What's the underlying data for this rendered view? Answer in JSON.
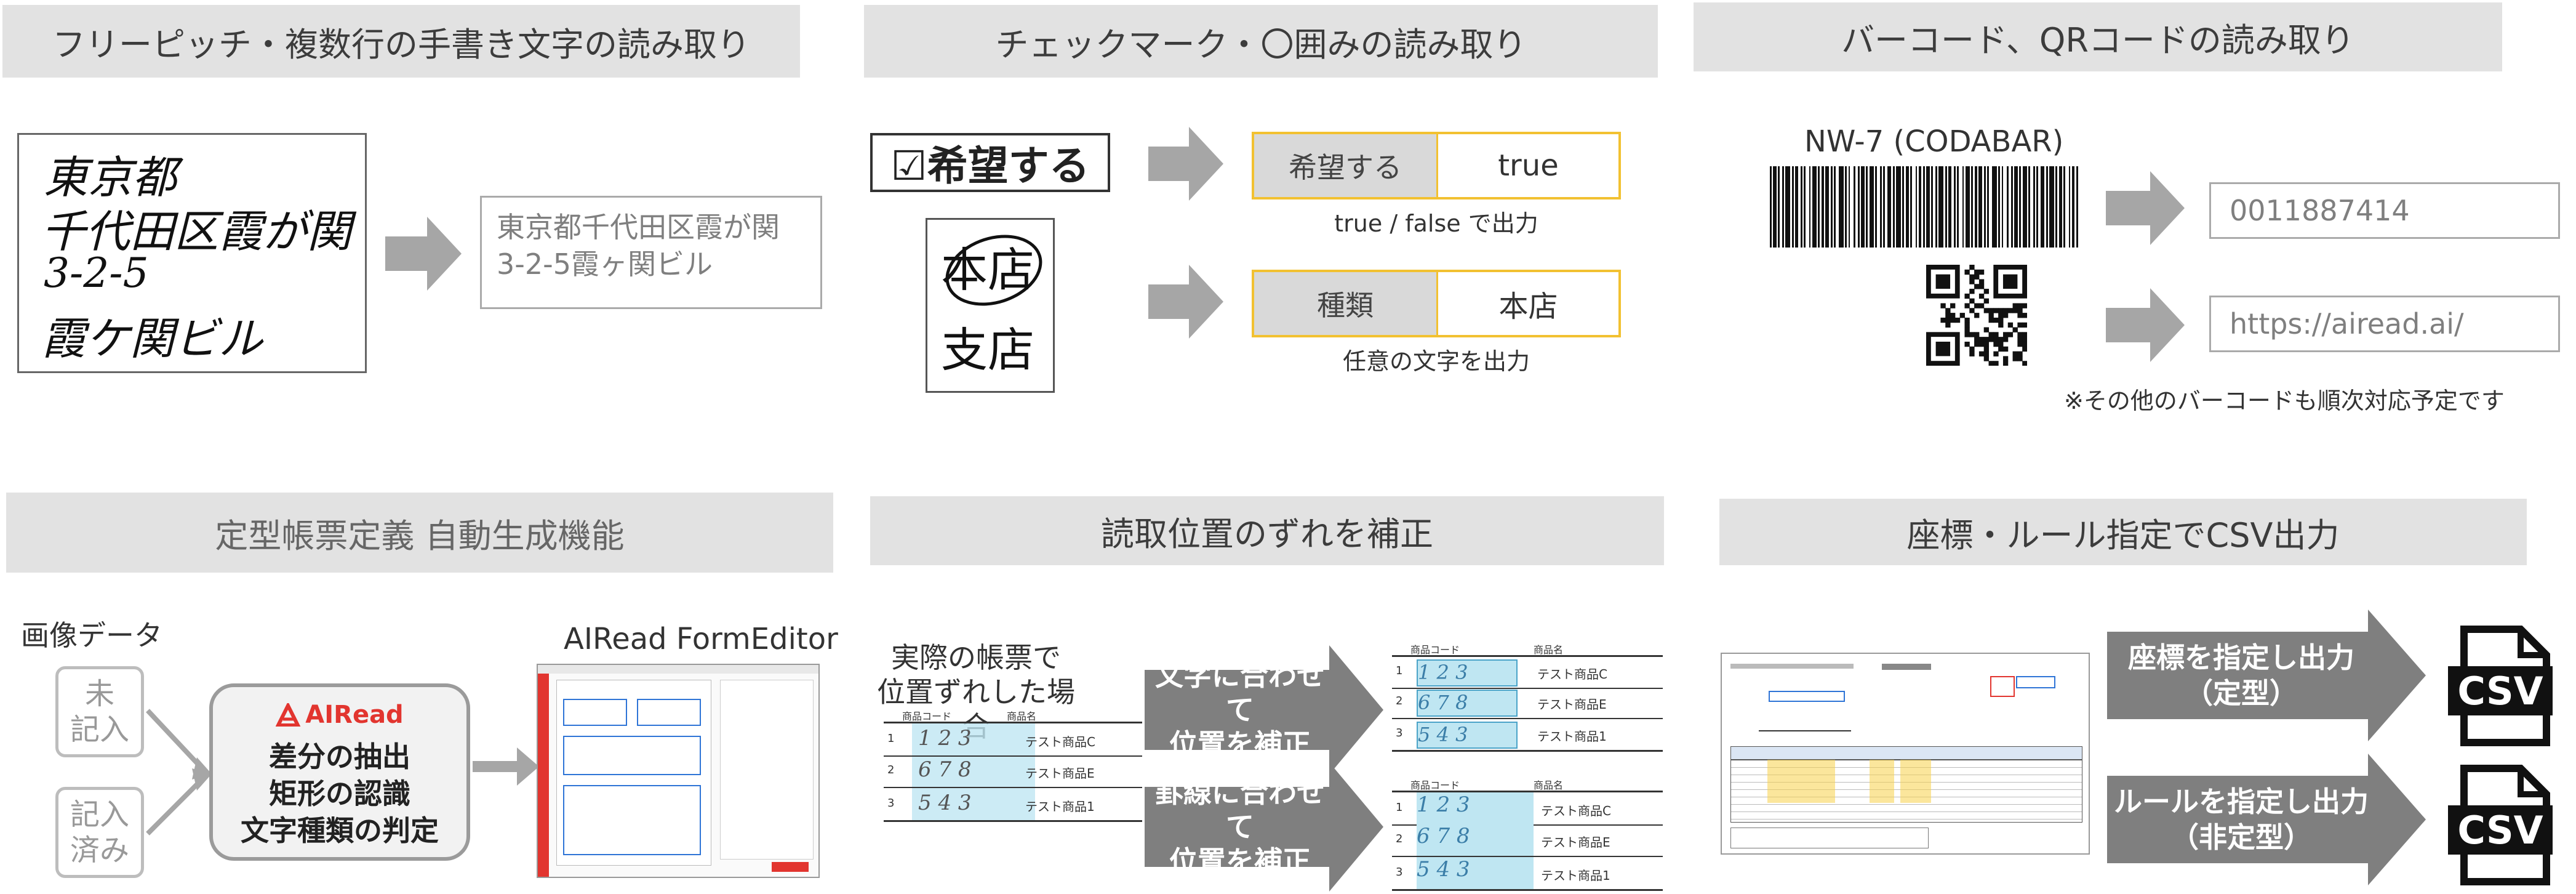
{
  "headers": {
    "handwriting": "フリーピッチ・複数行の手書き文字の読み取り",
    "checkmark": "チェックマーク・〇囲みの読み取り",
    "barcode": "バーコード、QRコードの読み取り",
    "formdef": "定型帳票定義 自動生成機能",
    "correction": "読取位置のずれを補正",
    "csv": "座標・ルール指定でCSV出力"
  },
  "handwriting": {
    "lines": [
      "東京都",
      "千代田区霞が関",
      "3-2-5",
      "霞ケ関ビル"
    ],
    "output_lines": [
      "東京都千代田区霞が関",
      "3-2-5霞ヶ関ビル"
    ]
  },
  "checkmark": {
    "checkbox_label": "☑希望する",
    "circle_top": "本店",
    "circle_bottom": "支店",
    "row1": {
      "key": "希望する",
      "value": "true"
    },
    "row1_caption": "true / false で出力",
    "row2": {
      "key": "種類",
      "value": "本店"
    },
    "row2_caption": "任意の文字を出力"
  },
  "barcode": {
    "label": "NW-7 (CODABAR)",
    "value1": "0011887414",
    "value2": "https://airead.ai/",
    "note": "※その他のバーコードも順次対応予定です"
  },
  "formdef": {
    "image_label": "画像データ",
    "blank_label": "未\n記入",
    "filled_label": "記入\n済み",
    "logo": "AIRead",
    "features": [
      "差分の抽出",
      "矩形の認識",
      "文字種類の判定"
    ],
    "editor_title": "AIRead FormEditor"
  },
  "correction": {
    "actual_label_1": "実際の帳票で",
    "actual_label_2": "位置ずれした場合",
    "col_code": "商品コード",
    "col_name": "商品名",
    "rows": [
      {
        "no": "1",
        "code": "1 2 3",
        "name": "テスト商品C"
      },
      {
        "no": "2",
        "code": "6 7 8",
        "name": "テスト商品E"
      },
      {
        "no": "3",
        "code": "5 4 3",
        "name": "テスト商品1"
      }
    ],
    "arrow1_line1": "文字に合わせて",
    "arrow1_line2": "位置を補正",
    "arrow2_line1": "罫線に合わせて",
    "arrow2_line2": "位置を補正"
  },
  "csv": {
    "arrow1_line1": "座標を指定し出力",
    "arrow1_line2": "（定型）",
    "arrow2_line1": "ルールを指定し出力",
    "arrow2_line2": "（非定型）",
    "icon_text": "CSV"
  }
}
